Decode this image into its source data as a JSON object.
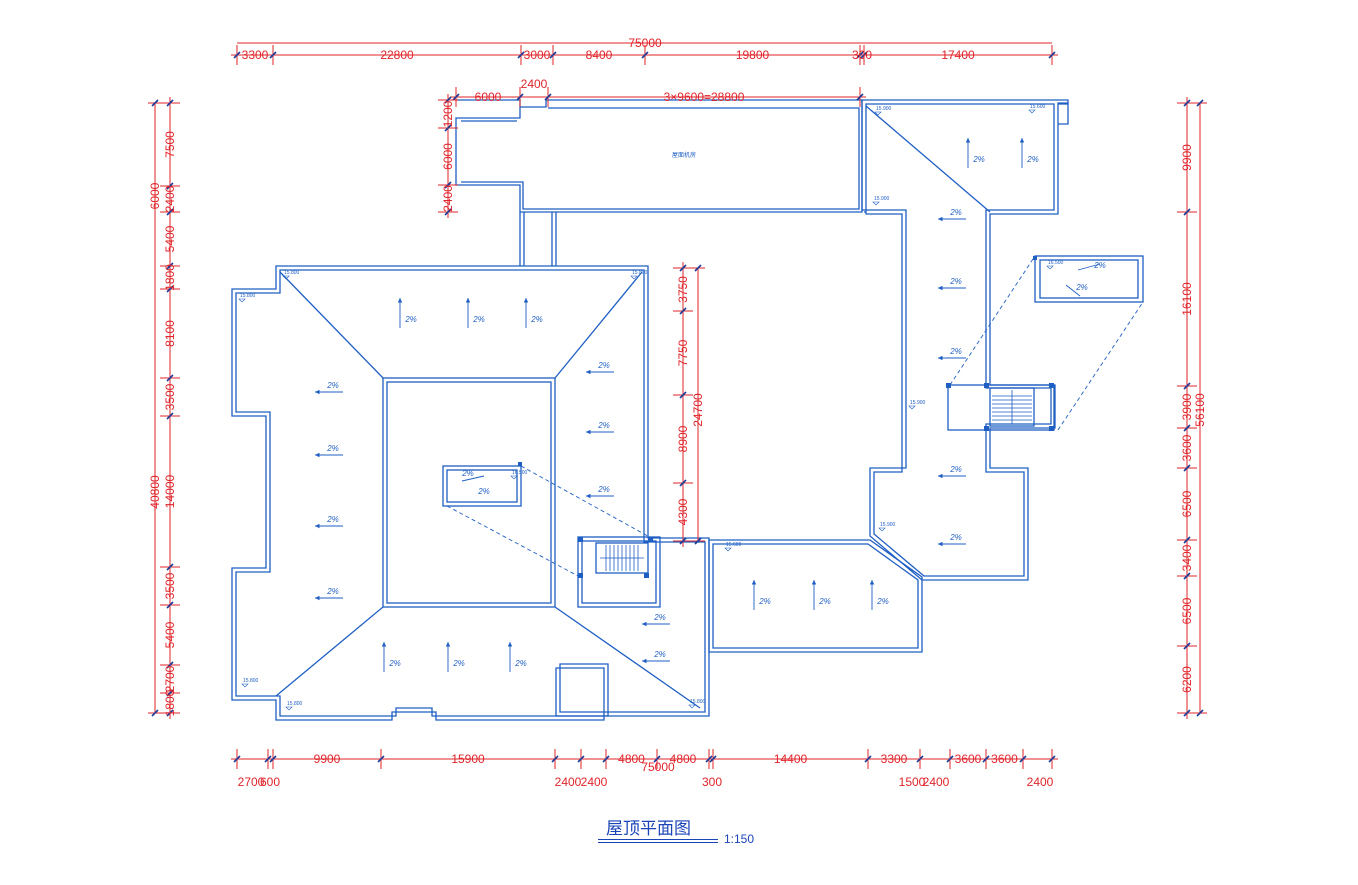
{
  "drawing": {
    "title": "屋顶平面图",
    "scale": "1:150",
    "room_label": "屋面机房"
  },
  "colors": {
    "dimension": "#e0242a",
    "wall": "#1f5fc4",
    "tick": "#1a3d99"
  },
  "dimensions": {
    "top_overall": "75000",
    "top_row": [
      "3300",
      "22800",
      "3000",
      "8400",
      "19800",
      "300",
      "17400"
    ],
    "top_sub": [
      "6000",
      "2400",
      "3×9600=28800"
    ],
    "upper_left_vertical": [
      "1200",
      "6000",
      "2400"
    ],
    "bottom_row": [
      "9900",
      "15900",
      "4800",
      "4800",
      "14400",
      "3300",
      "3600",
      "3600"
    ],
    "bottom_lower": [
      "2700",
      "600",
      "2400",
      "2400",
      "300",
      "1500",
      "2400",
      "2400"
    ],
    "bottom_overall": "75000",
    "left_row": [
      "7500",
      "2400",
      "5400",
      "1800",
      "8100",
      "3500",
      "14000",
      "3500",
      "5400",
      "2700",
      "1800"
    ],
    "left_overall": "40800",
    "left_extra": "6000",
    "center_vertical": [
      "3750",
      "7750",
      "8900",
      "4300"
    ],
    "center_overall": "24700",
    "right_row": [
      "9900",
      "16100",
      "3900",
      "3600",
      "6500",
      "3400",
      "6500",
      "6200"
    ],
    "right_overall": "56100"
  },
  "slopes": {
    "label": "2%",
    "count_note": ""
  },
  "elevations": {
    "a": "15.900",
    "b": "15.800",
    "c": "15.600",
    "d": "16.500"
  }
}
